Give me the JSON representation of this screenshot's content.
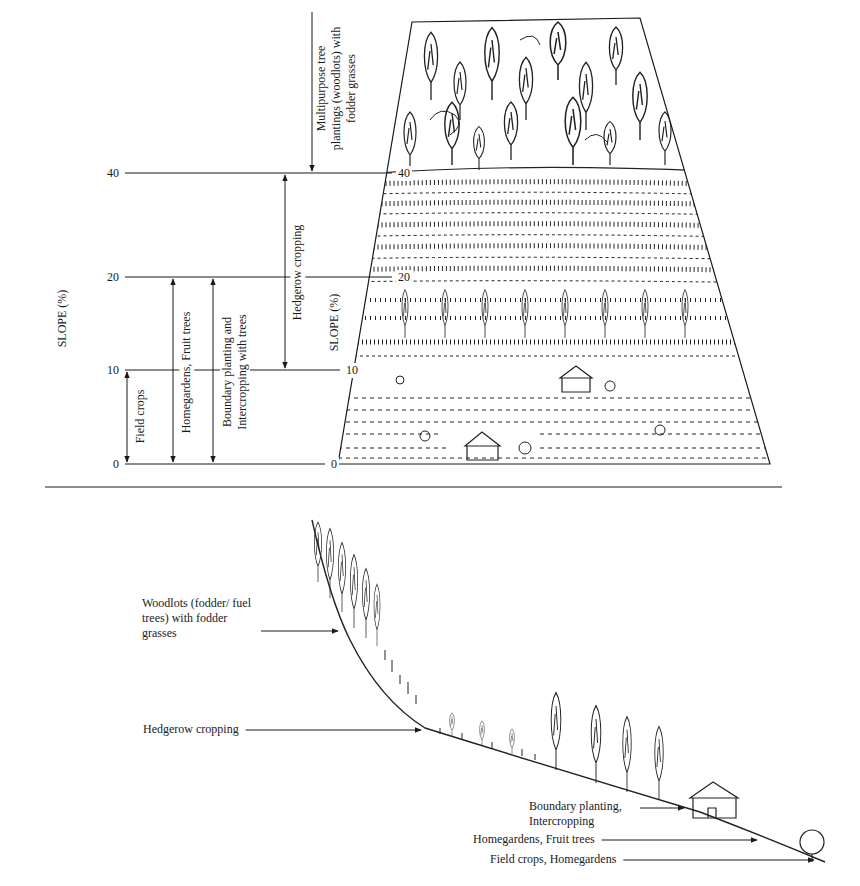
{
  "diagram": {
    "labels": [
      "SLOPE (%)",
      "40",
      "20",
      "10",
      "0",
      "Multipurpose tree plantings (woodlots) with fodder grasses",
      "Hedgerow cropping",
      "Field crops",
      "Homegardens, Fruit trees",
      "Boundary planting and Intercropping with trees",
      "40",
      "20",
      "10",
      "0",
      "SLOPE (%)",
      "Woodlots (fodder/ fuel trees) with fodder grasses",
      "Hedgerow cropping",
      "Boundary planting, Intercropping",
      "Homegardens, Fruit trees",
      "Field crops, Homegardens"
    ]
  }
}
